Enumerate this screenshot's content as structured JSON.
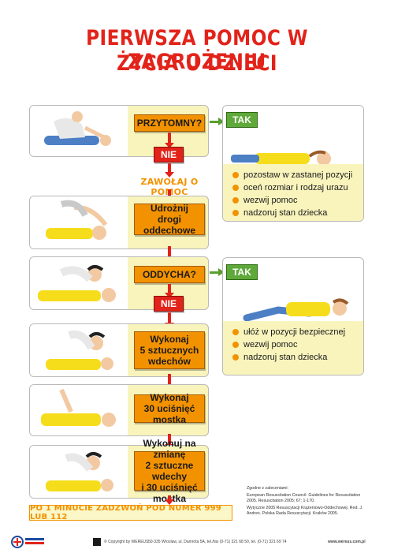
{
  "title": {
    "line1": "PIERWSZA POMOC W ZAGROŻENIU",
    "line2": "ŻYCIA U DZIECI"
  },
  "steps": {
    "conscious_q": "PRZYTOMNY?",
    "no1": "NIE",
    "call_help": "ZAWOŁAJ O POMOC",
    "airway": "Udrożnij drogi\noddechowe",
    "breathing_q": "ODDYCHA?",
    "no2": "NIE",
    "breaths": "Wykonaj\n5 sztucznych\nwdechów",
    "compressions": "Wykonaj\n30 uciśnięć mostka",
    "alternate": "Wykonuj na zmianę\n2 sztuczne wdechy\ni 30 uciśnięć mostka",
    "call_112": "PO 1 MINUCIE ZADZWOŃ POD NUMER 999 LUB 112"
  },
  "yes1": {
    "label": "TAK",
    "items": [
      "pozostaw w zastanej pozycji",
      "oceń rozmiar i rodzaj urazu",
      "wezwij pomoc",
      "nadzoruj stan dziecka"
    ]
  },
  "yes2": {
    "label": "TAK",
    "items": [
      "ułóż w pozycji bezpiecznej",
      "wezwij pomoc",
      "nadzoruj stan dziecka"
    ]
  },
  "references": {
    "header": "Zgodne z zaleceniami:",
    "ref1": "European Resuscitation Council: Guidelines for Resuscitation 2005. Resuscitation 2005; 67: 1-170.",
    "ref2": "Wytyczne 2005 Resuscytacji Krążeniowo-Oddechowej. Red. J. Andres. Polska Rada Resuscytacji. Kraków 2005."
  },
  "footer": {
    "copyright": "© Copyright by WEREUS",
    "address": "50-335 Wrocław, ul. Damrota 5A, tel./fax (0-71) 321 68 50, tel. (0-71) 321 69 74",
    "website": "www.wereus.com.pl"
  },
  "colors": {
    "title_red": "#e2231a",
    "orange": "#f39200",
    "green": "#5fa83a",
    "panel_yellow": "#f8f4bc"
  }
}
